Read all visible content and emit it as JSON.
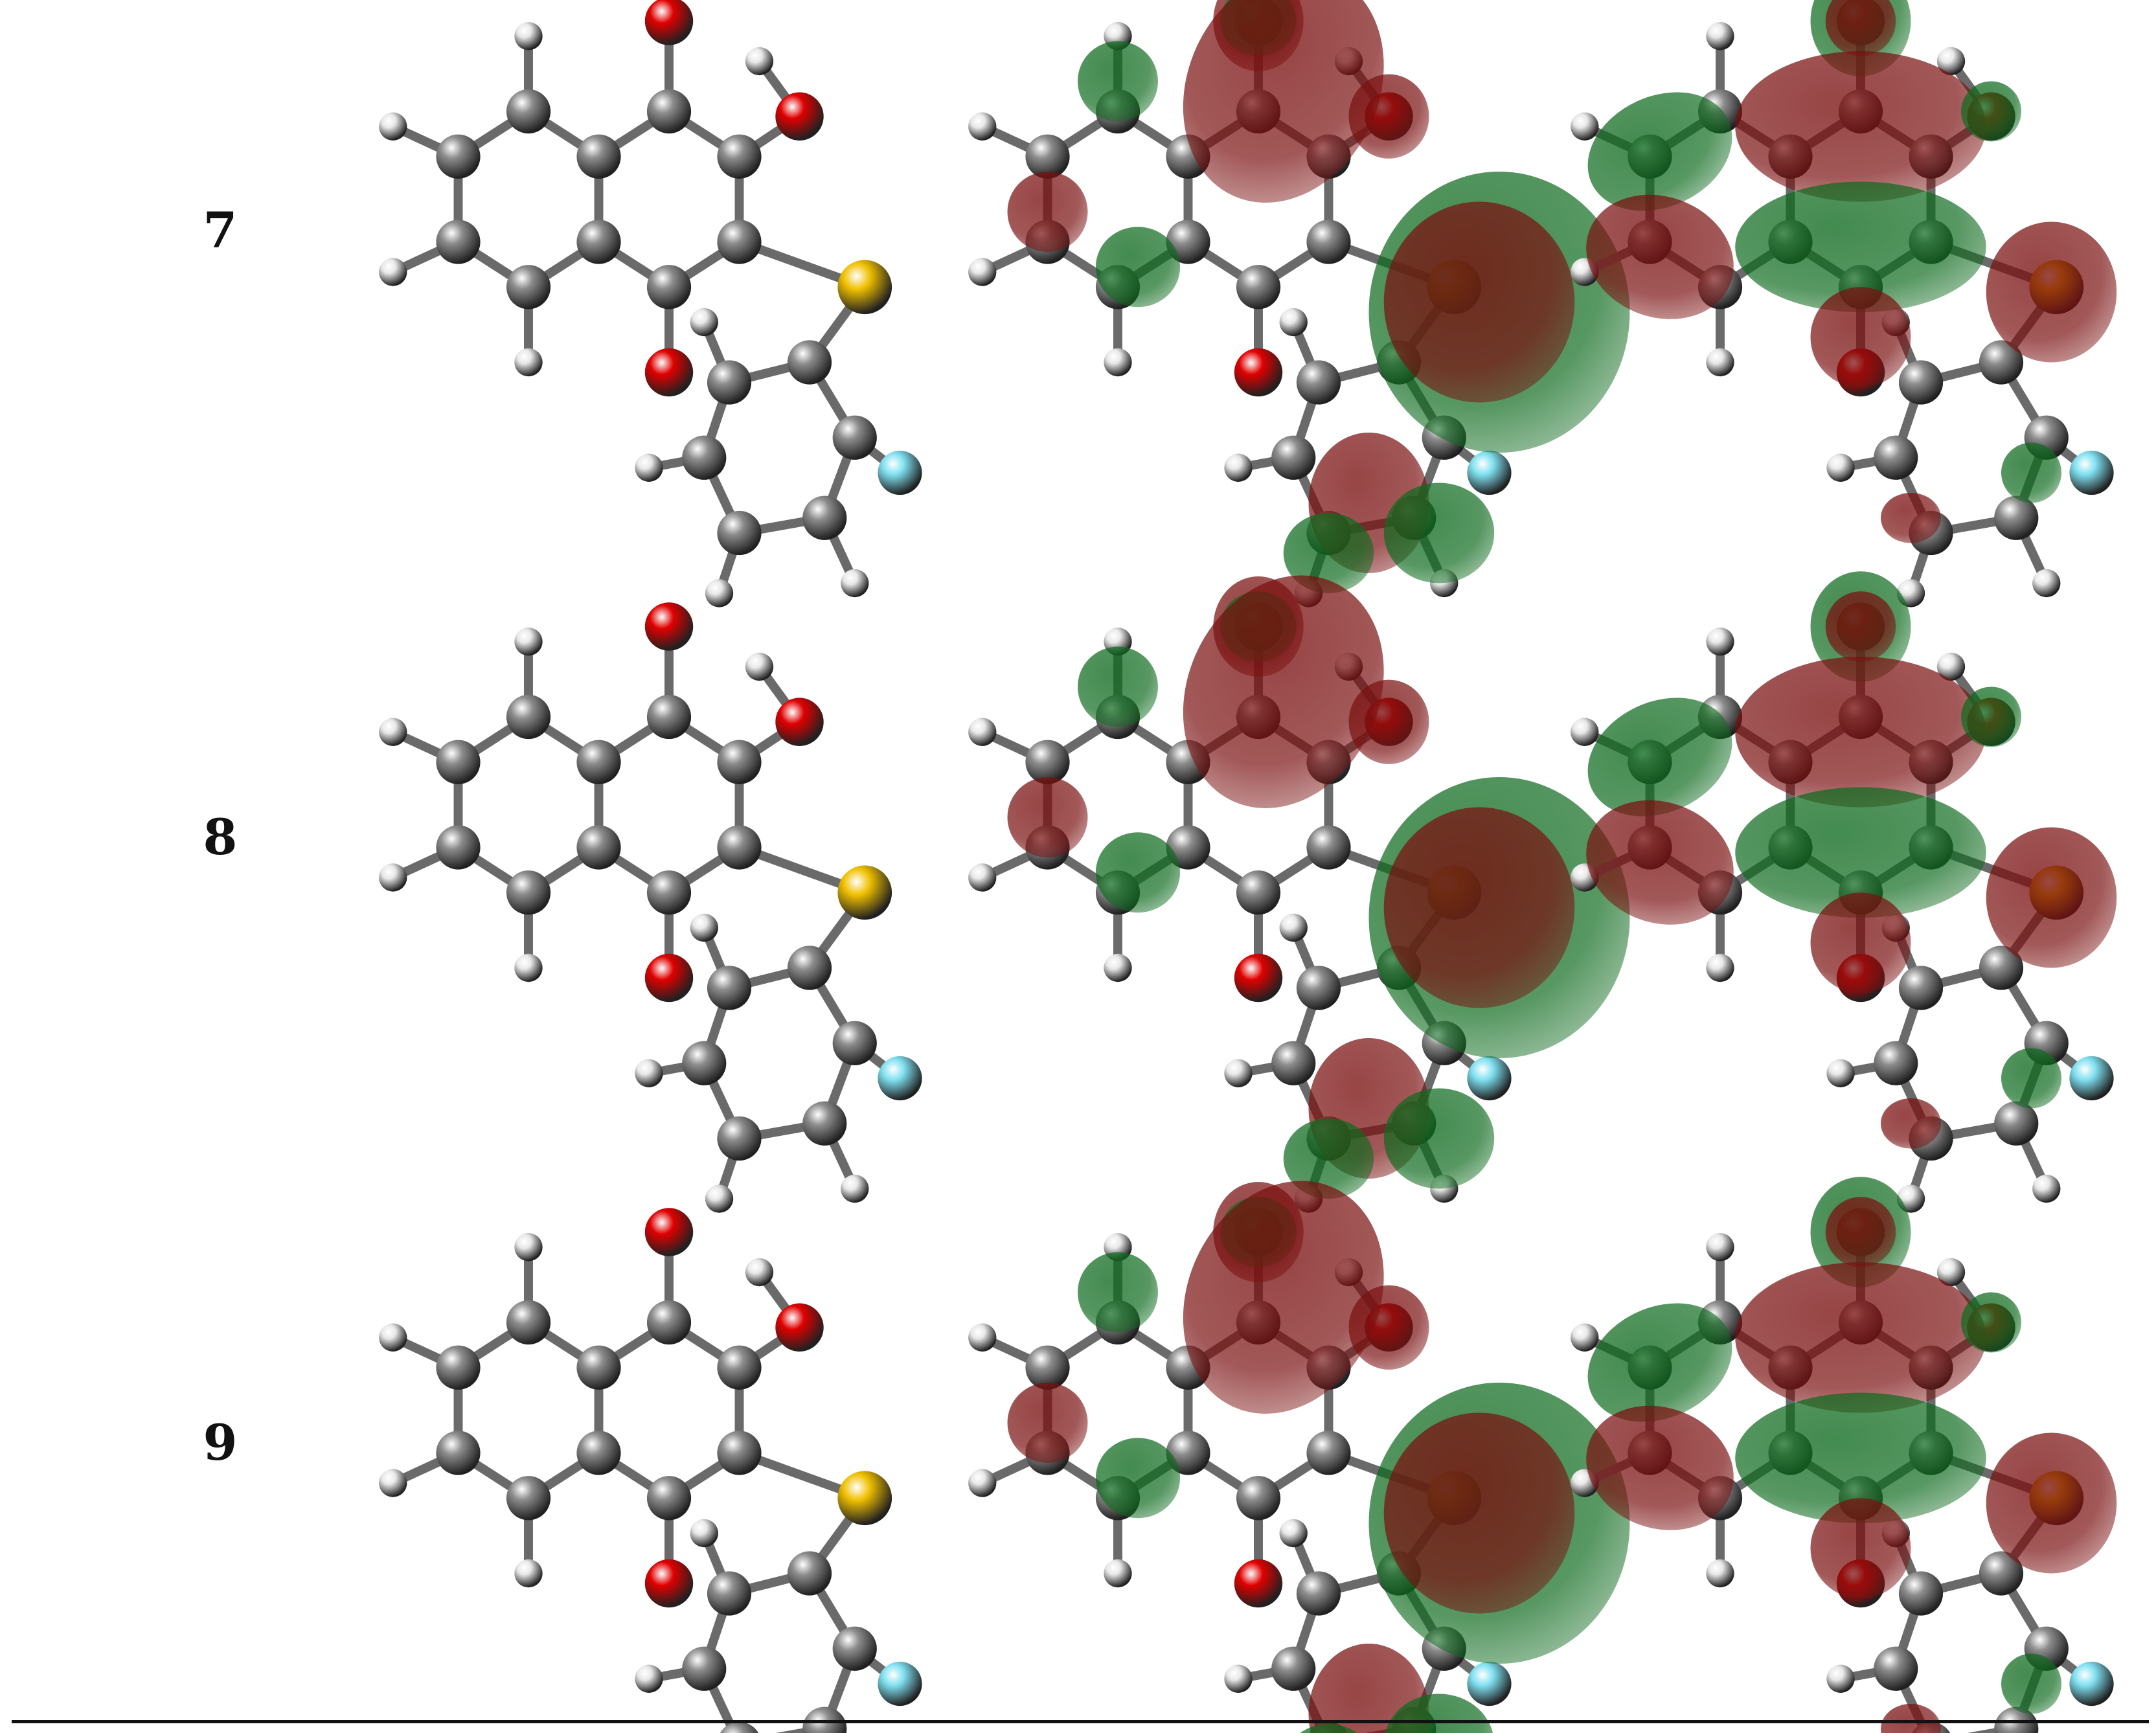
{
  "rows": [
    {
      "label": "7"
    },
    {
      "label": "8"
    },
    {
      "label": "9"
    }
  ],
  "colors": {
    "carbon": "#8c8c8c",
    "hydrogen": "#e8e8e8",
    "oxygen": "#e00000",
    "sulfur": "#f0c000",
    "fluorine": "#7fe0f0",
    "orbital_positive": "#7a1010",
    "orbital_negative": "#0e6a1e",
    "rule": "#111111"
  }
}
